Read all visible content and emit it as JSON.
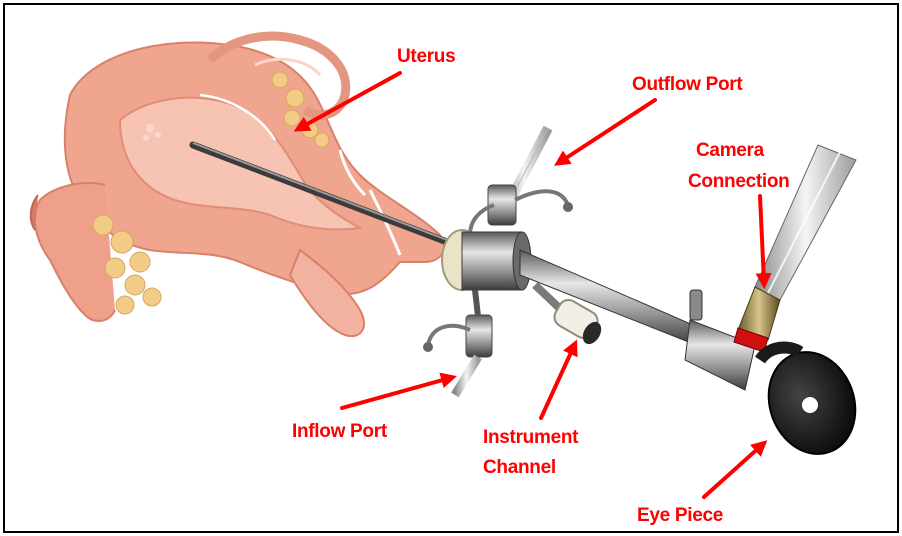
{
  "labels": {
    "uterus": "Uterus",
    "outflow_port": "Outflow Port",
    "camera_connection_line1": "Camera",
    "camera_connection_line2": "Connection",
    "inflow_port": "Inflow Port",
    "instrument_channel_line1": "Instrument",
    "instrument_channel_line2": "Channel",
    "eye_piece": "Eye Piece"
  },
  "colors": {
    "label": "#ff0000",
    "arrow": "#ff0000",
    "tissue": "#f0a58e",
    "ovary": "#f2cc86",
    "metal": "#9a9a9a",
    "eyepiece": "#111111"
  }
}
